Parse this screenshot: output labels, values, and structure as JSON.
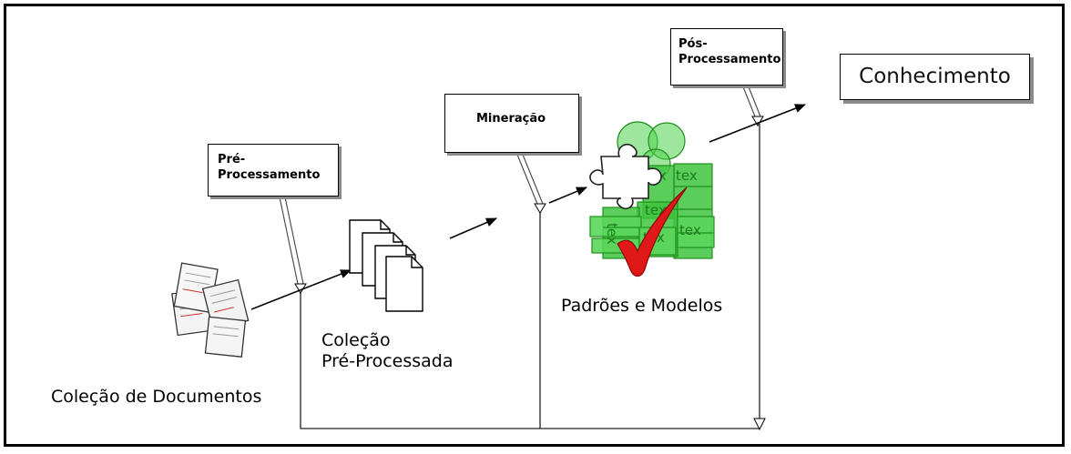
{
  "stages": {
    "pre": {
      "line1": "Pré-",
      "line2": "Processamento"
    },
    "mineracao": {
      "label": "Mineração"
    },
    "pos": {
      "line1": "Pós-",
      "line2": "Processamento"
    }
  },
  "nodes": {
    "colecao_documentos": "Coleção de Documentos",
    "colecao_pre_1": "Coleção",
    "colecao_pre_2": "Pré-Processada",
    "padroes": "Padrões e Modelos",
    "conhecimento": "Conhecimento"
  },
  "icons": {
    "documents": "document-stack-icon",
    "pages": "pages-icon",
    "puzzle": "puzzle-piece-icon",
    "text_blocks": "text-blocks-icon",
    "checkmark": "checkmark-icon"
  },
  "block_text": "tex",
  "colors": {
    "green": "#3ec43e",
    "green_dark": "#1f8f1f",
    "check_red": "#e01818",
    "shadow": "#8a8a8a"
  }
}
